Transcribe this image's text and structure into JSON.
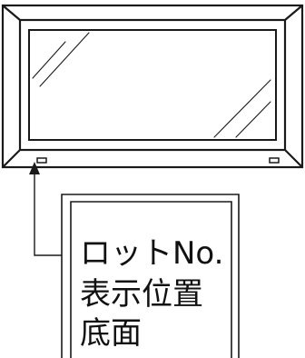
{
  "label": {
    "lines": [
      "ロットNo.",
      "表示位置",
      "底面"
    ]
  },
  "colors": {
    "stroke": "#1a1a1a",
    "background": "#ffffff"
  }
}
